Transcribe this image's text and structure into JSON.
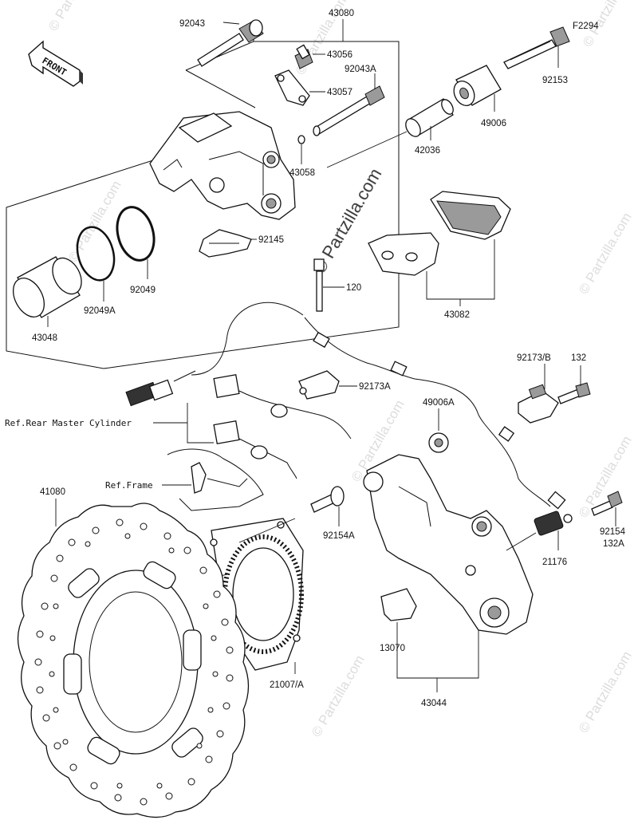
{
  "diagram": {
    "code": "F2294",
    "front_label": "FRONT",
    "watermark": "© Partzilla.com",
    "part_numbers": {
      "p92043": "92043",
      "p43080": "43080",
      "p43056": "43056",
      "p92043A": "92043A",
      "p43057": "43057",
      "p92153": "92153",
      "p49006": "49006",
      "p42036": "42036",
      "p43058": "43058",
      "p92145": "92145",
      "p92049": "92049",
      "p92049A": "92049A",
      "p43048": "43048",
      "p120": "120",
      "p43082": "43082",
      "p92173B": "92173/B",
      "p132": "132",
      "p92173A": "92173A",
      "p49006A": "49006A",
      "p41080": "41080",
      "p92154A": "92154A",
      "p92154": "92154",
      "p132A": "132A",
      "p21176": "21176",
      "p13070": "13070",
      "p21007A": "21007/A",
      "p43044": "43044"
    },
    "references": {
      "rear_master_cylinder": "Ref.Rear Master Cylinder",
      "frame": "Ref.Frame"
    }
  }
}
